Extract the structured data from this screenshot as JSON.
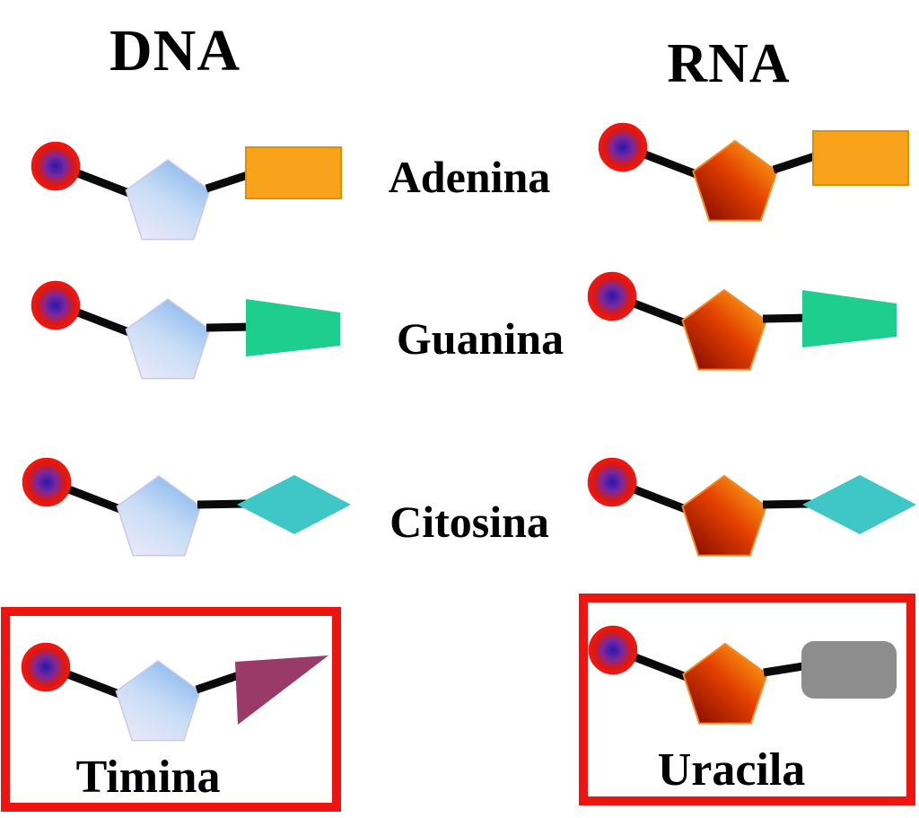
{
  "titles": {
    "dna": "DNA",
    "rna": "RNA"
  },
  "labels": {
    "adenina": "Adenina",
    "guanina": "Guanina",
    "citosina": "Citosina",
    "timina": "Timina",
    "uracila": "Uracila"
  },
  "icons": {
    "phosphate": "red-circle-with-purple-core",
    "dna_sugar": "light-blue-pentagon",
    "rna_sugar": "orange-red-gradient-pentagon",
    "adenina_base": "orange-rectangle",
    "guanina_base": "green-trapezoid",
    "citosina_base": "cyan-diamond",
    "timina_base": "purple-triangle",
    "uracila_base": "gray-rounded-rectangle",
    "highlight": "red-outline-box"
  },
  "colors": {
    "page_bg": "#FFFFFF",
    "text": "#000000",
    "bond": "#0A0A0A",
    "phos_ring": "#ED1710",
    "phos_center": "#2B17A8",
    "phos_mid": "#7A28A0",
    "phos_outer": "#DC1810",
    "dna_sugar_light": "#F0EBF8",
    "dna_sugar_mid": "#C9DDF6",
    "dna_sugar_blue": "#8FBBEE",
    "dna_sugar_edge": "#C9C9E6",
    "rna_sugar_bright": "#FFAD1A",
    "rna_sugar_mid": "#E34000",
    "rna_sugar_dark": "#8F1000",
    "rna_sugar_edge": "#EF8A28",
    "adenina": "#F9A21B",
    "adenina_edge": "#DE8F05",
    "guanina": "#1ECE8E",
    "citosina": "#3FC7C8",
    "timina": "#993A69",
    "uracila": "#8D8D8D",
    "highlight_border": "#EE1411"
  }
}
